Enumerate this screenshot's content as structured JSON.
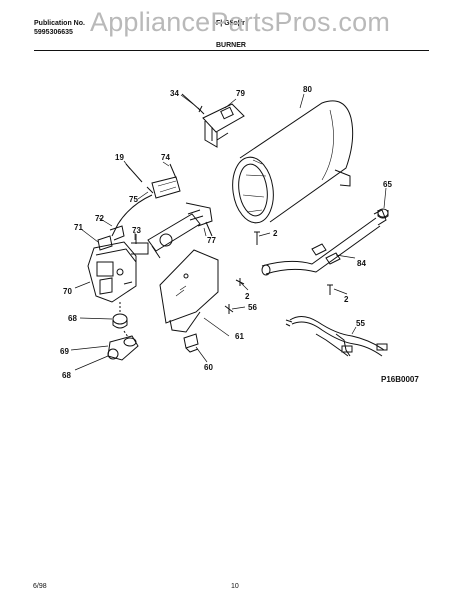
{
  "header": {
    "publication_label": "Publication No.",
    "publication_number": "5995306635",
    "model_partial": "F| G$e(fr",
    "section_title": "BURNER"
  },
  "watermark": "AppliancePartsPros.com",
  "drawing_code": "P16B0007",
  "callouts": {
    "c34": "34",
    "c79": "79",
    "c80": "80",
    "c19": "19",
    "c74": "74",
    "c75": "75",
    "c65": "65",
    "c72": "72",
    "c71": "71",
    "c73": "73",
    "c2a": "2",
    "c77": "77",
    "c84": "84",
    "c70": "70",
    "c2b": "2",
    "c2c": "2",
    "c56": "56",
    "c68a": "68",
    "c61": "61",
    "c55": "55",
    "c69": "69",
    "c60": "60",
    "c68b": "68"
  },
  "footer": {
    "date": "6/98",
    "page": "10"
  }
}
